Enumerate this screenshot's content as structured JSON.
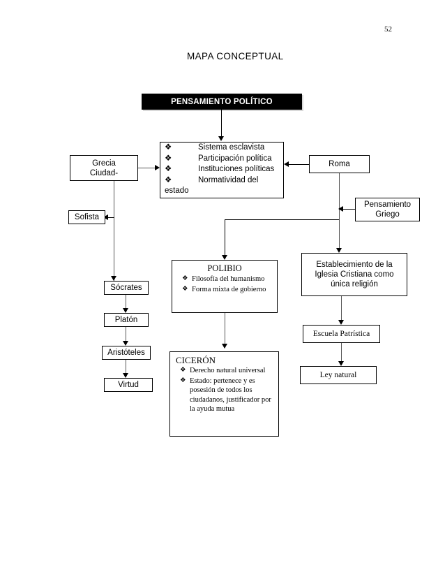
{
  "page": {
    "number": "52",
    "title": "MAPA CONCEPTUAL"
  },
  "banner": {
    "label": "PENSAMIENTO POLÍTICO"
  },
  "bullet_glyph": "❖",
  "nodes": {
    "center": {
      "items": [
        "Sistema esclavista",
        "Participación política",
        "Instituciones políticas",
        "Normatividad del"
      ],
      "tail": "estado"
    },
    "grecia": "Grecia\nCiudad-",
    "grecia_line1": "Grecia",
    "grecia_line2": "Ciudad-",
    "sofista": "Sofista",
    "socrates": "Sócrates",
    "platon": "Platón",
    "aristoteles": "Aristóteles",
    "virtud": "Virtud",
    "roma": "Roma",
    "pensamiento_griego_line1": "Pensamiento",
    "pensamiento_griego_line2": "Griego",
    "establecimiento": "Establecimiento de la Iglesia Cristiana como única religión",
    "escuela_patristica": "Escuela Patrística",
    "ley_natural": "Ley natural",
    "polibio": {
      "heading": "POLIBIO",
      "items": [
        "Filosofía del humanismo",
        "Forma mixta de gobierno"
      ]
    },
    "ciceron": {
      "heading": "CICERÓN",
      "items": [
        "Derecho natural universal",
        "Estado: pertenece y es posesión de todos los ciudadanos, justificador por la ayuda mutua"
      ]
    }
  },
  "colors": {
    "banner_bg": "#000000",
    "banner_text": "#ffffff",
    "stroke": "#000000",
    "paper": "#ffffff"
  }
}
